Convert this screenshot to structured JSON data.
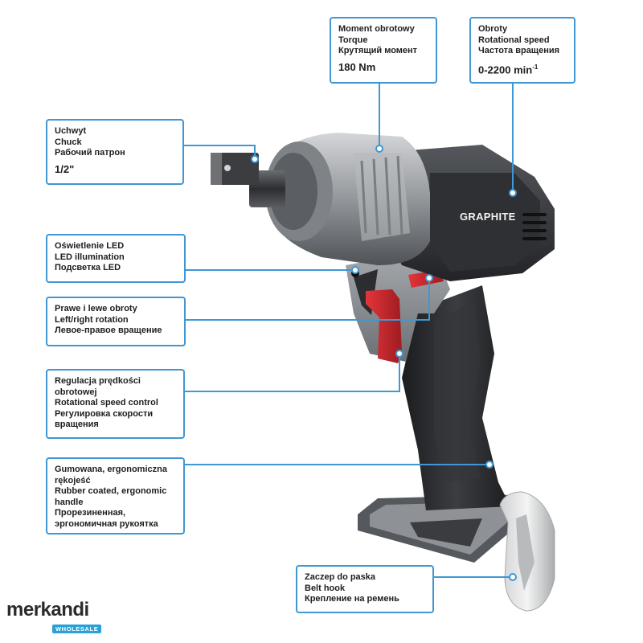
{
  "callouts": {
    "torque": {
      "pl": "Moment obrotowy",
      "en": "Torque",
      "ru": "Крутящий момент",
      "value": "180 Nm"
    },
    "speed": {
      "pl": "Obroty",
      "en": "Rotational speed",
      "ru": "Частота вращения",
      "value": "0-2200 min",
      "value_sup": "-1"
    },
    "chuck": {
      "pl": "Uchwyt",
      "en": "Chuck",
      "ru": "Рабочий патрон",
      "value": "1/2\""
    },
    "led": {
      "pl": "Oświetlenie LED",
      "en": "LED illumination",
      "ru": "Подсветка LED"
    },
    "rotation": {
      "pl": "Prawe i lewe obroty",
      "en": "Left/right rotation",
      "ru": "Левое-правое вращение"
    },
    "speed_control": {
      "pl1": "Regulacja prędkości",
      "pl2": "obrotowej",
      "en": "Rotational speed control",
      "ru1": "Регулировка скорости",
      "ru2": "вращения"
    },
    "handle": {
      "pl1": "Gumowana, ergonomiczna",
      "pl2": "rękojeść",
      "en1": "Rubber coated, ergonomic",
      "en2": "handle",
      "ru1": "Прорезиненная,",
      "ru2": "эргономичная рукоятка"
    },
    "belt_hook": {
      "pl": "Zaczep do paska",
      "en": "Belt hook",
      "ru": "Крепление на ремень"
    }
  },
  "tool_brand": "GRAPHITE",
  "watermark": {
    "name": "merkandi",
    "tagline": "WHOLESALE"
  },
  "colors": {
    "accent": "#3f97d3",
    "trigger_red": "#d42a30",
    "body_dark": "#2c2d30",
    "body_grey": "#8a8d91"
  }
}
